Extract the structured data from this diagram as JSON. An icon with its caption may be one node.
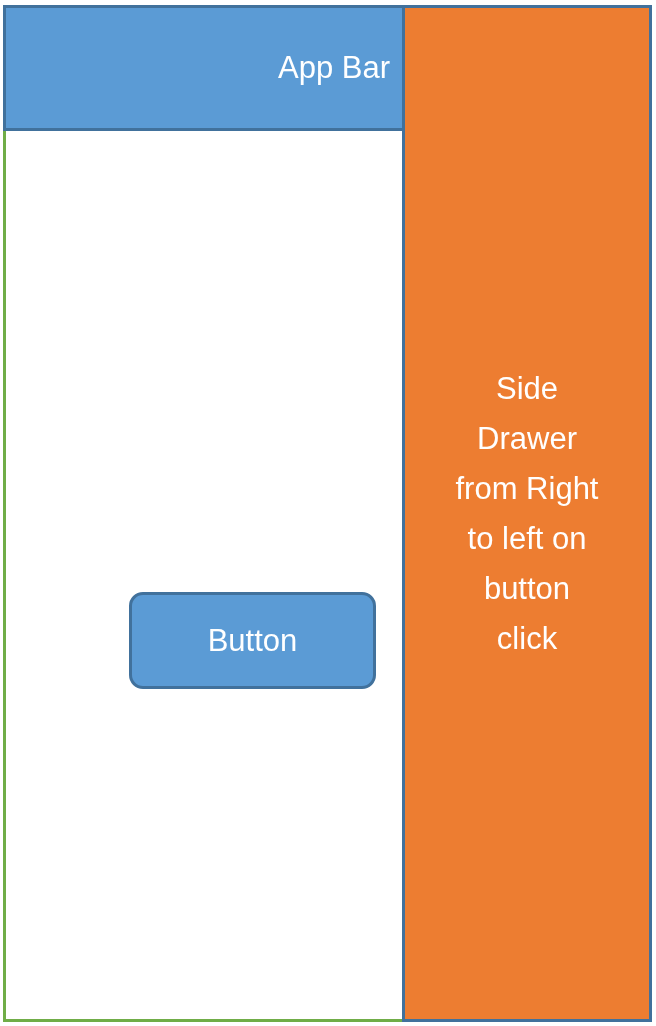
{
  "diagram": {
    "nodes": [
      {
        "text": [],
        "shape": "box"
      },
      {
        "text": [
          "App Bar"
        ],
        "in": 0
      },
      {
        "text": [
          "Button"
        ],
        "in": 0
      },
      {
        "text": [
          "Side Drawer from Right to left on button click"
        ]
      }
    ]
  }
}
